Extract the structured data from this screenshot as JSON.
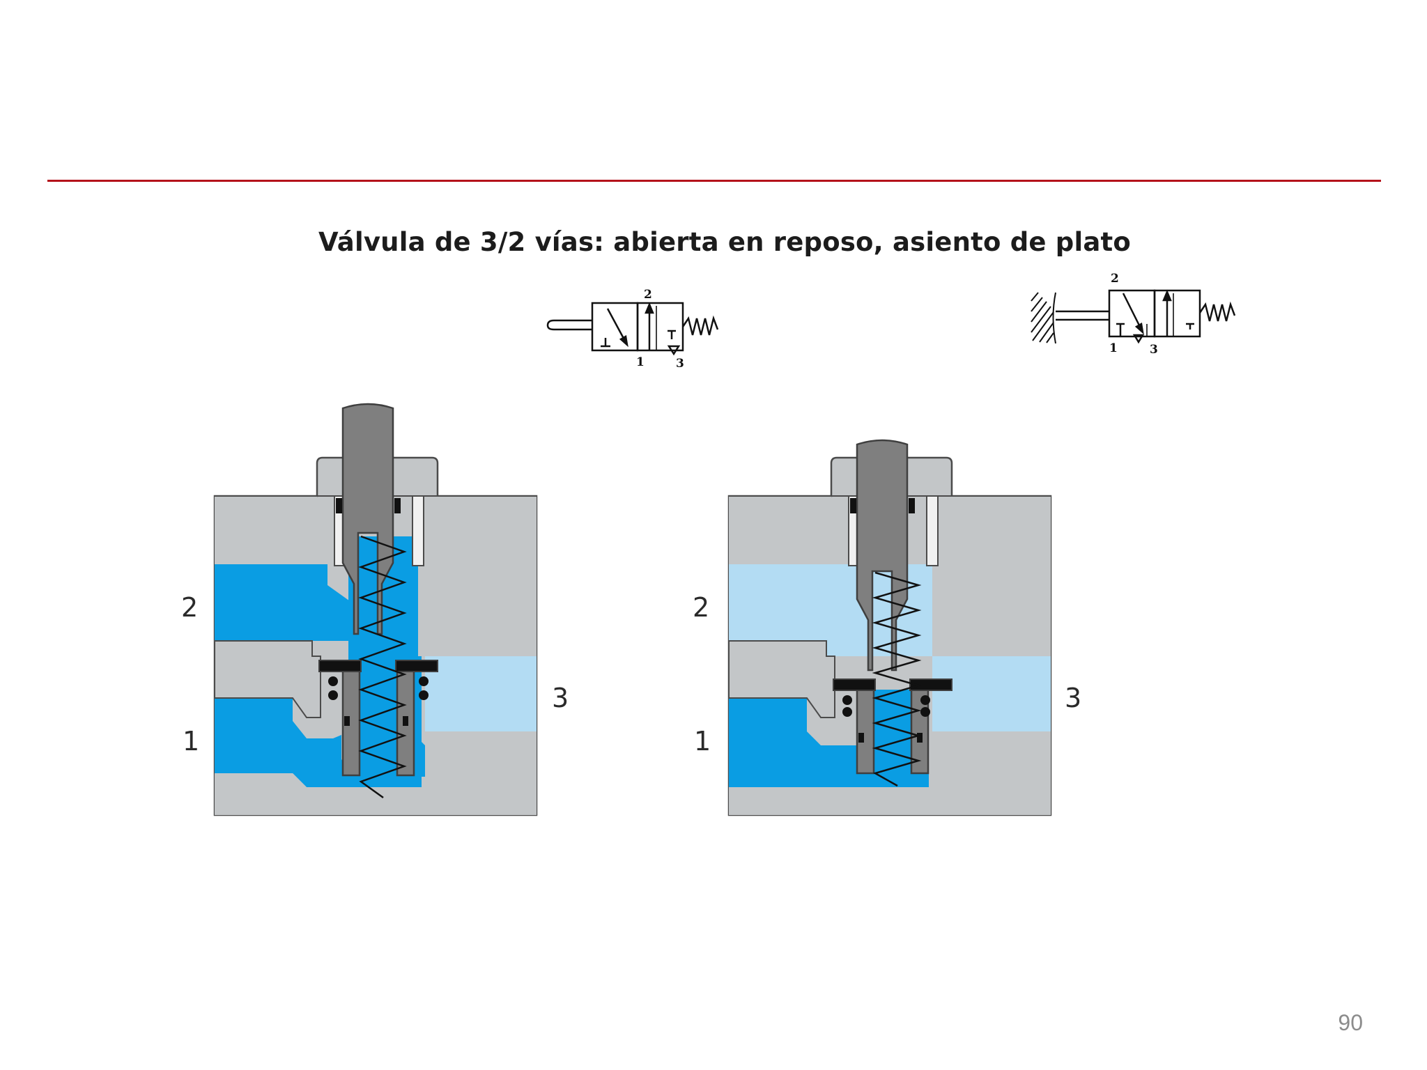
{
  "slide": {
    "title": "Válvula de 3/2 vías: abierta en reposo, asiento de plato",
    "page_number": "90"
  },
  "colors": {
    "divider": "#b4121b",
    "pressure_blue": "#0a9de3",
    "exhaust_blue": "#b3dcf3",
    "body_gray": "#c3c6c8",
    "stem_gray": "#7f7f7f"
  },
  "symbols": {
    "left": {
      "port_top": "2",
      "port_bottom_left": "1",
      "port_bottom_right": "3"
    },
    "right": {
      "port_top": "2",
      "port_bottom_left": "1",
      "port_bottom_right": "3"
    }
  },
  "sections": {
    "left": {
      "port_2": "2",
      "port_1": "1",
      "port_3": "3"
    },
    "right": {
      "port_2": "2",
      "port_1": "1",
      "port_3": "3"
    }
  }
}
